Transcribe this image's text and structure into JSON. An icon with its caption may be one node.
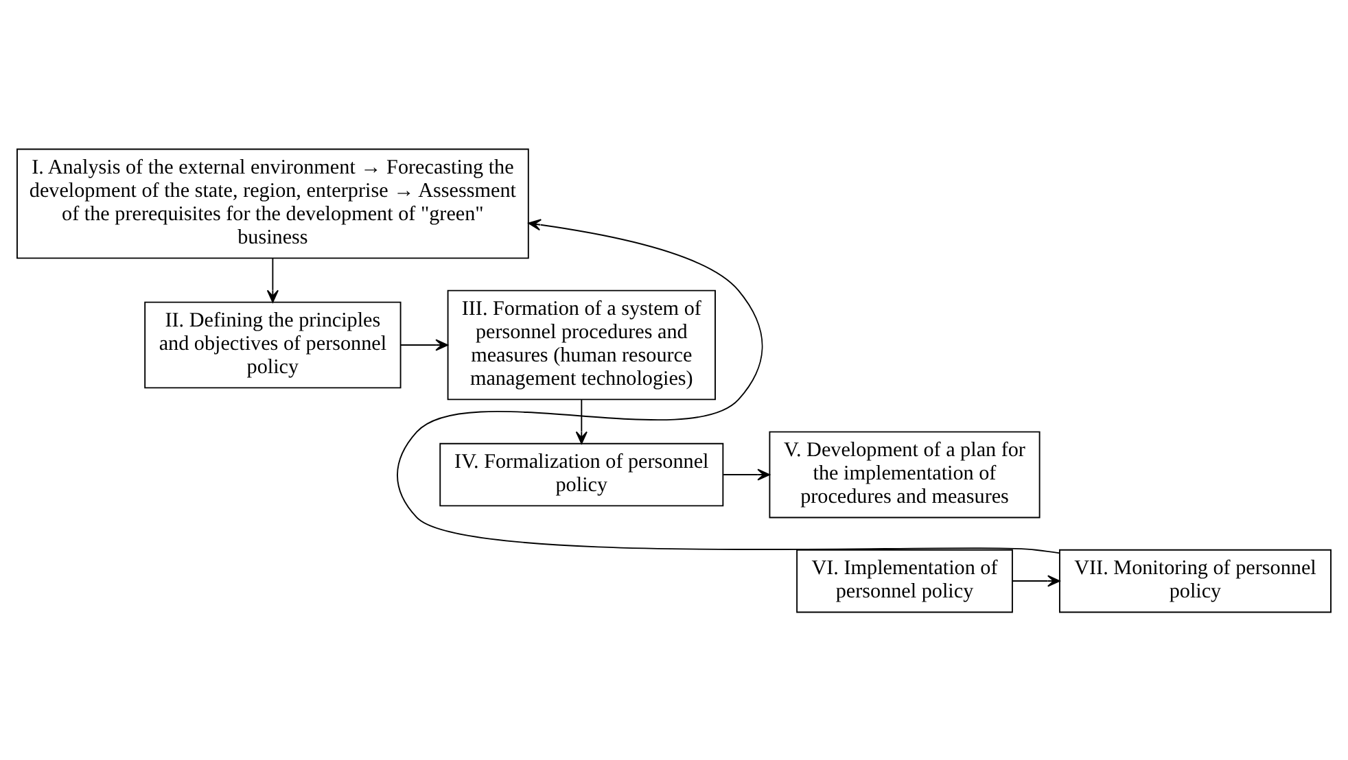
{
  "diagram": {
    "nodes": [
      {
        "text": [
          "I. Analysis of the external environment → Forecasting the development of the state, region, enterprise → Assessment of the prerequisites for the development of \"green\" business"
        ]
      },
      {
        "text": [
          "II. Defining the principles and objectives of personnel policy"
        ]
      },
      {
        "text": [
          "III. Formation of a system of personnel procedures and measures (human resource management technologies)"
        ]
      },
      {
        "text": [
          "IV. Formalization of personnel policy"
        ]
      },
      {
        "text": [
          "V. Development of a plan for the implementation of procedures and measures"
        ]
      },
      {
        "text": [
          "VI. Implementation of personnel policy"
        ]
      },
      {
        "text": [
          "VII. Monitoring of personnel policy"
        ]
      }
    ],
    "edges": [
      {
        "from": 0,
        "to": 1,
        "arrow": "to"
      },
      {
        "from": 1,
        "to": 2,
        "arrow": "to"
      },
      {
        "from": 2,
        "to": 3,
        "arrow": "to"
      },
      {
        "from": 3,
        "to": 4,
        "arrow": "to"
      },
      {
        "from": 5,
        "to": 6,
        "arrow": "to"
      },
      {
        "from": 6,
        "to": 0,
        "arrow": "to"
      }
    ]
  }
}
